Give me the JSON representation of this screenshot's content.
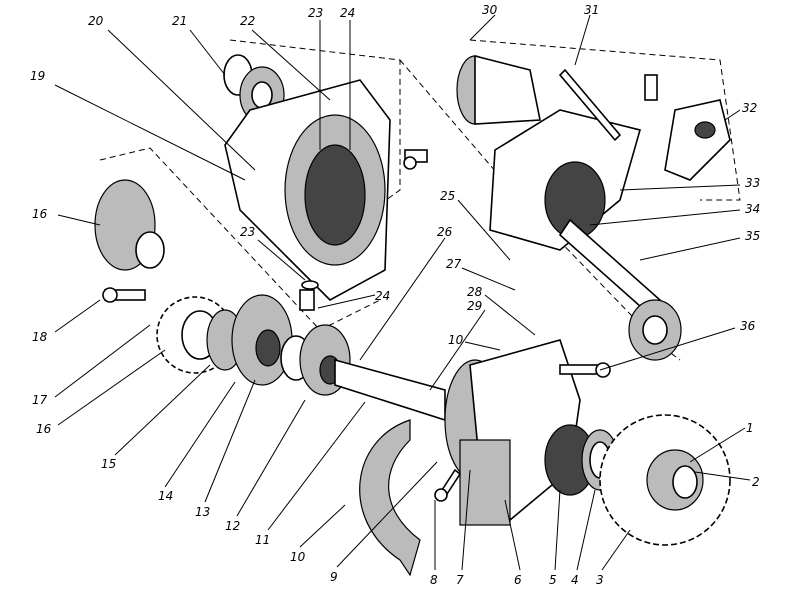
{
  "diagram": {
    "type": "exploded-assembly-drawing",
    "callouts": {
      "c1": "1",
      "c2": "2",
      "c3": "3",
      "c4": "4",
      "c5": "5",
      "c6": "6",
      "c7": "7",
      "c8": "8",
      "c9": "9",
      "c10a": "10",
      "c10b": "10",
      "c11": "11",
      "c12": "12",
      "c13": "13",
      "c14": "14",
      "c15": "15",
      "c16a": "16",
      "c16b": "16",
      "c17": "17",
      "c18": "18",
      "c19": "19",
      "c20": "20",
      "c21": "21",
      "c22": "22",
      "c23a": "23",
      "c23b": "23",
      "c24a": "24",
      "c24b": "24",
      "c25": "25",
      "c26": "26",
      "c27": "27",
      "c28": "28",
      "c29": "29",
      "c30": "30",
      "c31": "31",
      "c32": "32",
      "c33": "33",
      "c34": "34",
      "c35": "35",
      "c36": "36"
    }
  }
}
